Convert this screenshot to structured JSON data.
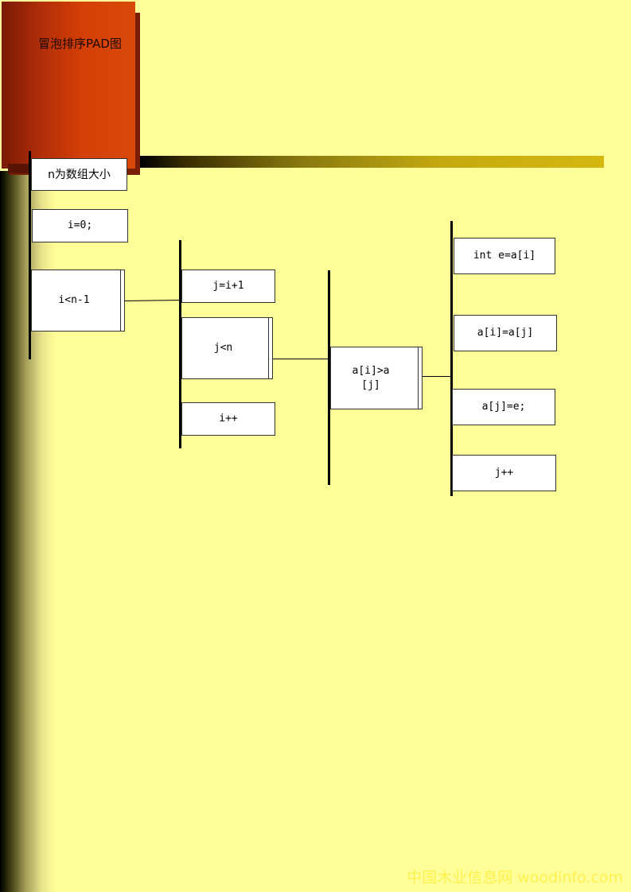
{
  "title": "冒泡排序PAD图",
  "nodes": {
    "n_desc": "n为数组大小",
    "init_i": "i=0;",
    "loop_i": "i<n-1",
    "assign_j": "j=i+1",
    "loop_j": "j<n",
    "inc_i": "i++",
    "cond": "a[i]>a\n[j]",
    "temp": "int e=a[i]",
    "swap1": "a[i]=a[j]",
    "swap2": "a[j]=e;",
    "inc_j": "j++"
  },
  "watermark": "中国木业信息网 woodinfo.com",
  "colors": {
    "background": "#ffff99",
    "title_block": "#d43f05",
    "title_bar": "#c4aa10",
    "box_fill": "#ffffff",
    "line": "#000000"
  }
}
